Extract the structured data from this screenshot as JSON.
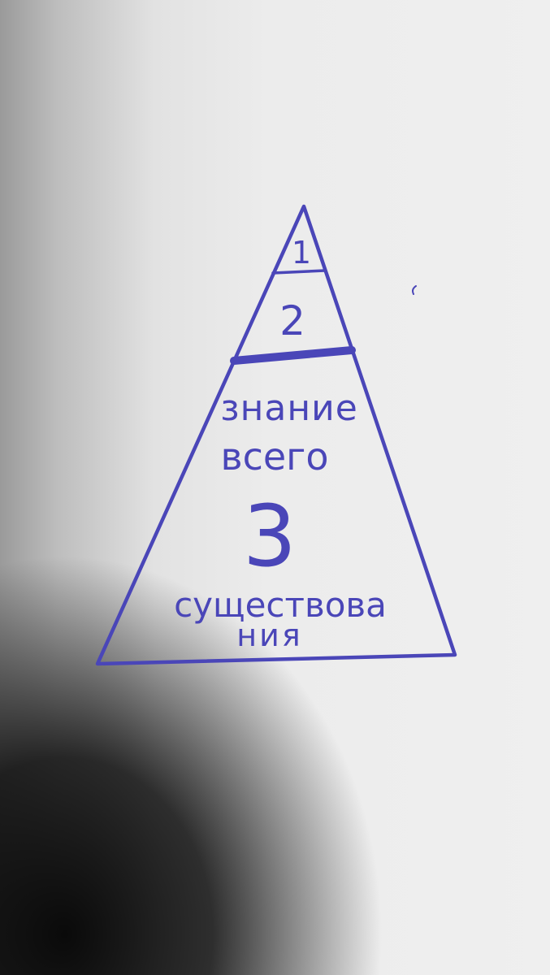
{
  "colors": {
    "ink": "#4a46b8",
    "paper": "#ececec"
  },
  "pyramid": {
    "level1": {
      "label": "1"
    },
    "level2": {
      "label": "2"
    },
    "level3": {
      "line1": "знание",
      "line2": "всего",
      "number": "3",
      "line3": "существова",
      "line4": "ния"
    }
  }
}
